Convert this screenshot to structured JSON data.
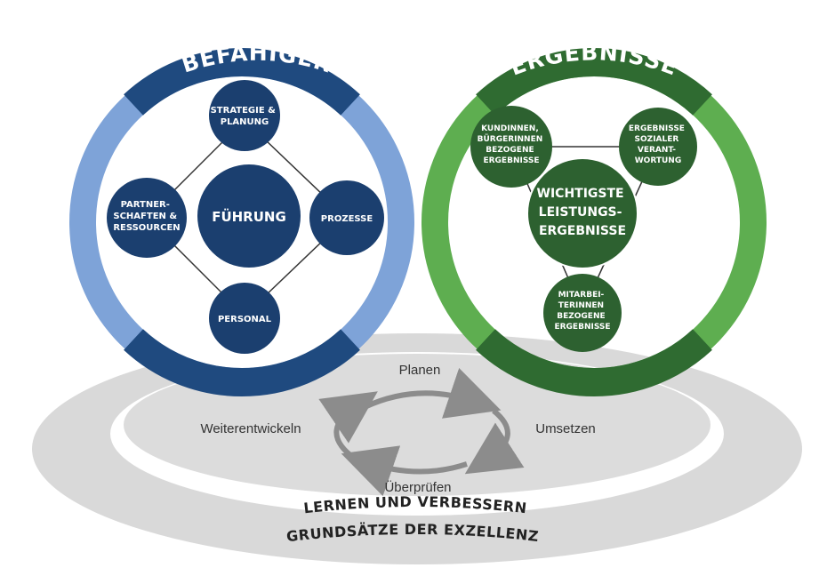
{
  "colors": {
    "enablers_dark": "#1f4a7f",
    "enablers_light": "#7ea3d8",
    "enablers_node": "#1b3f6f",
    "results_dark": "#2f6b31",
    "results_light": "#5eae50",
    "results_node": "#2d6130",
    "outer_band": "#d9d9d9",
    "inner_band": "#c8c8c8",
    "connector": "#333333",
    "cycle_arrow": "#8c8c8c"
  },
  "enablers": {
    "title": "BEFÄHIGER",
    "center": [
      "FÜHRUNG"
    ],
    "top": [
      "STRATEGIE &",
      "PLANUNG"
    ],
    "left": [
      "PARTNER-",
      "SCHAFTEN &",
      "RESSOURCEN"
    ],
    "right": [
      "PROZESSE"
    ],
    "bottom": [
      "PERSONAL"
    ]
  },
  "results": {
    "title": "ERGEBNISSE",
    "center": [
      "WICHTIGSTE",
      "LEISTUNGS-",
      "ERGEBNISSE"
    ],
    "top_left": [
      "KUNDINNEN,",
      "BÜRGERINNEN",
      "BEZOGENE",
      "ERGEBNISSE"
    ],
    "top_right": [
      "ERGEBNISSE",
      "SOZIALER",
      "VERANT-",
      "WORTUNG"
    ],
    "bottom": [
      "MITARBEI-",
      "TERINNEN",
      "BEZOGENE",
      "ERGEBNISSE"
    ]
  },
  "cycle": {
    "top": "Planen",
    "right": "Umsetzen",
    "bottom": "Überprüfen",
    "left": "Weiterentwickeln"
  },
  "bands": {
    "inner": "LERNEN UND VERBESSERN",
    "outer": "GRUNDSÄTZE DER EXZELLENZ"
  }
}
